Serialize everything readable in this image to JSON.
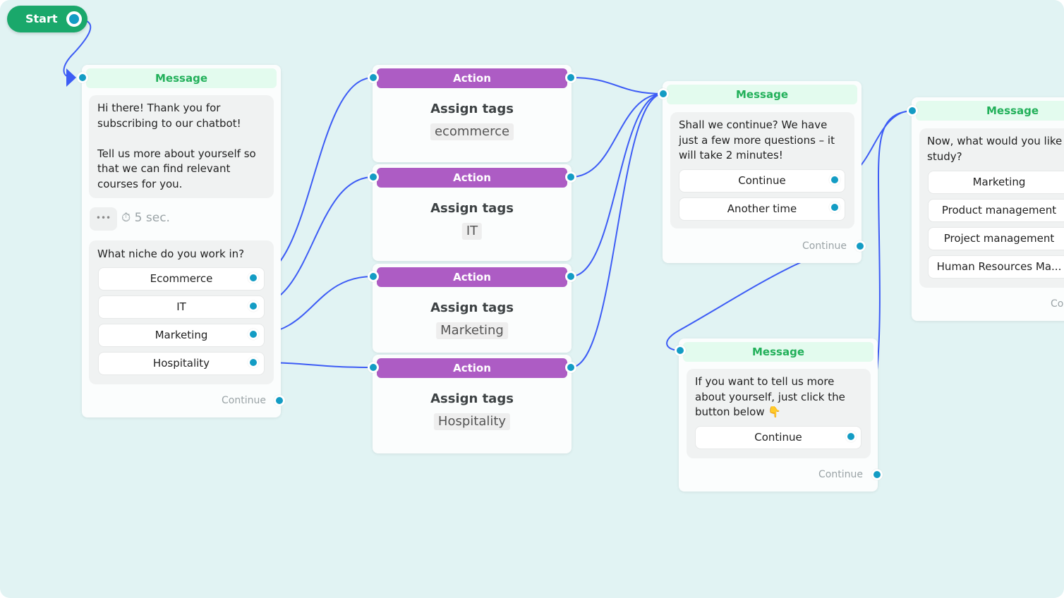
{
  "colors": {
    "canvas": "#e1f3f3",
    "start": "#1aa86b",
    "message_header": "#e3fbee",
    "message_text": "#22b05a",
    "action_header": "#ad5cc4",
    "connector": "#139cc4",
    "edge": "#3d5cf5"
  },
  "start": {
    "label": "Start"
  },
  "message1": {
    "header": "Message",
    "text": "Hi there! Thank you for subscribing to our chatbot!\n\nTell us more about yourself so that we can find relevant courses for you.",
    "typing_icon": "ellipsis-icon",
    "delay_icon": "stopwatch-icon",
    "delay": "5 sec.",
    "question": "What niche do you work in?",
    "buttons": [
      "Ecommerce",
      "IT",
      "Marketing",
      "Hospitality"
    ],
    "continue": "Continue"
  },
  "actions": [
    {
      "header": "Action",
      "title": "Assign tags",
      "tag": "ecommerce"
    },
    {
      "header": "Action",
      "title": "Assign tags",
      "tag": "IT"
    },
    {
      "header": "Action",
      "title": "Assign tags",
      "tag": "Marketing"
    },
    {
      "header": "Action",
      "title": "Assign tags",
      "tag": "Hospitality"
    }
  ],
  "message2": {
    "header": "Message",
    "text": "Shall we continue? We have just a few more questions – it will take 2 minutes!",
    "buttons": [
      "Continue",
      "Another time"
    ],
    "continue": "Continue"
  },
  "message3": {
    "header": "Message",
    "text": "Now, what would you like to study?",
    "buttons": [
      "Marketing",
      "Product management",
      "Project management",
      "Human Resources Ma..."
    ],
    "continue": "Continue"
  },
  "message4": {
    "header": "Message",
    "text": "If you want to tell us more about yourself, just click the button below 👇",
    "buttons": [
      "Continue"
    ],
    "continue": "Continue"
  }
}
